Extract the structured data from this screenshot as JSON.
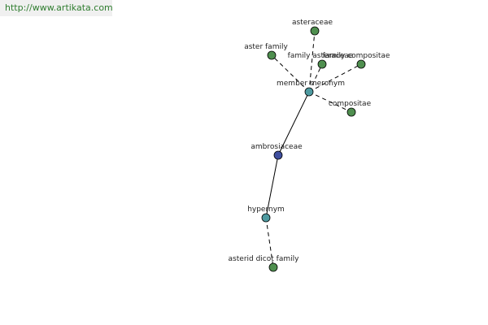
{
  "watermark": "http://www.artikata.com",
  "colors": {
    "relation_node": "#4e9aa0",
    "leaf_node": "#4f8f4f",
    "center_node": "#3f4f9f",
    "edge": "#000000"
  },
  "nodes": {
    "asteraceae": "asteraceae",
    "aster_family": "aster family",
    "family_asteraceae": "family asteraceae",
    "family_compositae": "family compositae",
    "member_meronym": "member meronym",
    "compositae": "compositae",
    "ambrosiaceae": "ambrosiaceae",
    "hypernym": "hypernym",
    "asterid_dicot_family": "asterid dicot family"
  }
}
